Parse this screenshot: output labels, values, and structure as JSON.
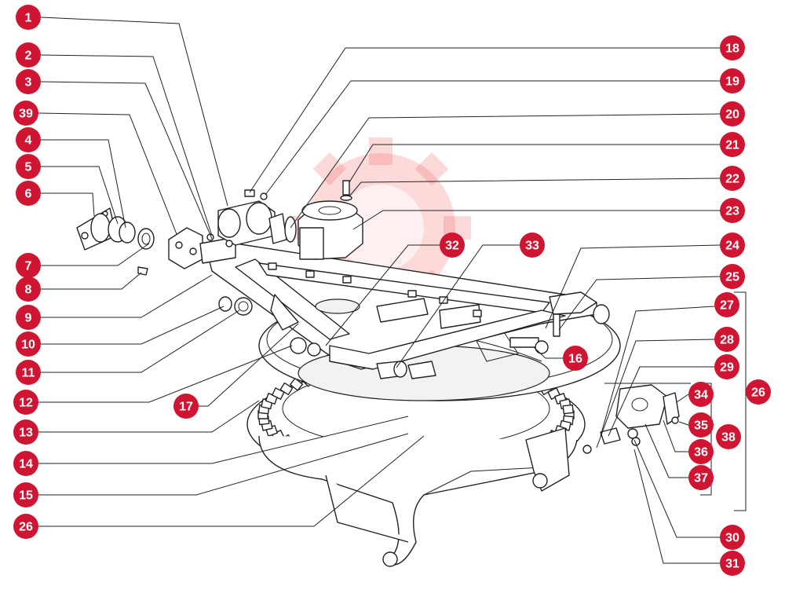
{
  "diagram": {
    "type": "exploded-parts-diagram",
    "callout_color": "#d01533",
    "callouts": [
      {
        "num": "1"
      },
      {
        "num": "2"
      },
      {
        "num": "3"
      },
      {
        "num": "39"
      },
      {
        "num": "4"
      },
      {
        "num": "5"
      },
      {
        "num": "6"
      },
      {
        "num": "7"
      },
      {
        "num": "8"
      },
      {
        "num": "9"
      },
      {
        "num": "10"
      },
      {
        "num": "11"
      },
      {
        "num": "12"
      },
      {
        "num": "13"
      },
      {
        "num": "14"
      },
      {
        "num": "15"
      },
      {
        "num": "26"
      },
      {
        "num": "17"
      },
      {
        "num": "16"
      },
      {
        "num": "32"
      },
      {
        "num": "33"
      },
      {
        "num": "18"
      },
      {
        "num": "19"
      },
      {
        "num": "20"
      },
      {
        "num": "21"
      },
      {
        "num": "22"
      },
      {
        "num": "23"
      },
      {
        "num": "24"
      },
      {
        "num": "25"
      },
      {
        "num": "27"
      },
      {
        "num": "28"
      },
      {
        "num": "29"
      },
      {
        "num": "26"
      },
      {
        "num": "34"
      },
      {
        "num": "35"
      },
      {
        "num": "38"
      },
      {
        "num": "36"
      },
      {
        "num": "37"
      },
      {
        "num": "30"
      },
      {
        "num": "31"
      }
    ]
  }
}
